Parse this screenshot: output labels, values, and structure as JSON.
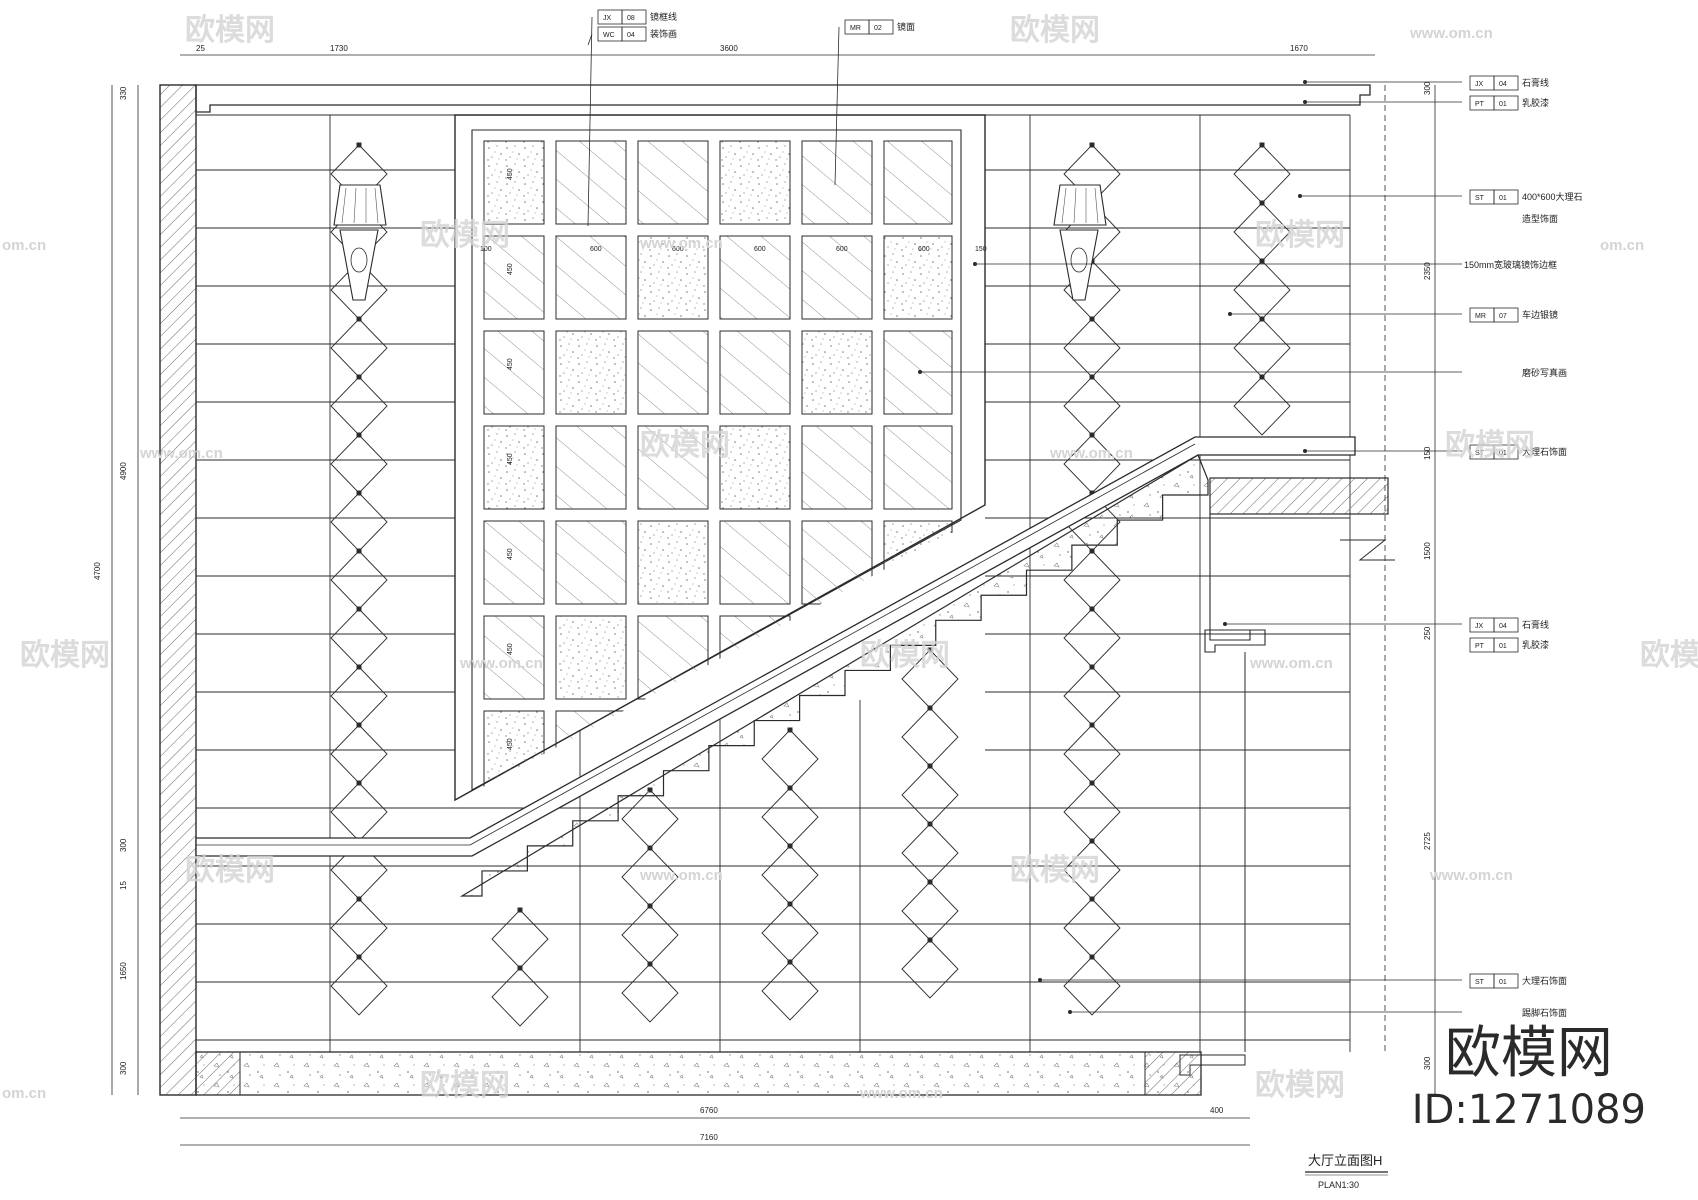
{
  "drawing": {
    "title": "大厅立面图H",
    "scale": "PLAN1:30"
  },
  "watermarks": {
    "brand": "欧模网",
    "url": "www.om.cn",
    "url_short": "om.cn"
  },
  "id_block": {
    "brand": "欧模网",
    "id": "ID:1271089"
  },
  "dimensions": {
    "top": [
      "25",
      "1730",
      "3600",
      "1670"
    ],
    "bottom_overall": "7160",
    "bottom_partial": "6760",
    "bottom_right": "400",
    "left": [
      "330",
      "4900",
      "4700",
      "300",
      "15",
      "1650",
      "300"
    ],
    "right": [
      "300",
      "2350",
      "150",
      "1500",
      "250",
      "2725",
      "300"
    ],
    "panel_horizontal": [
      "100",
      "600",
      "600",
      "600",
      "600",
      "600",
      "150"
    ],
    "panel_vertical": [
      "450",
      "450",
      "450",
      "450",
      "450",
      "450",
      "450"
    ]
  },
  "tags": {
    "top": [
      {
        "code": "JX",
        "num": "08",
        "label": "镜框线"
      },
      {
        "code": "WC",
        "num": "04",
        "label": "装饰画"
      },
      {
        "code": "MR",
        "num": "02",
        "label": "镜面"
      }
    ],
    "right": [
      {
        "code": "JX",
        "num": "04",
        "label": "石膏线"
      },
      {
        "code": "PT",
        "num": "01",
        "label": "乳胶漆"
      },
      {
        "code": "ST",
        "num": "01",
        "label": "400*600大理石"
      },
      {
        "code": "",
        "num": "",
        "label": "造型饰面"
      },
      {
        "code": "",
        "num": "",
        "label": "150mm宽玻璃镜饰边框"
      },
      {
        "code": "MR",
        "num": "07",
        "label": "车边银镜"
      },
      {
        "code": "",
        "num": "",
        "label": "磨砂写真画"
      },
      {
        "code": "ST",
        "num": "01",
        "label": "大理石饰面"
      },
      {
        "code": "JX",
        "num": "04",
        "label": "石膏线"
      },
      {
        "code": "PT",
        "num": "01",
        "label": "乳胶漆"
      },
      {
        "code": "ST",
        "num": "01",
        "label": "大理石饰面"
      },
      {
        "code": "",
        "num": "",
        "label": "踢脚石饰面"
      }
    ]
  },
  "colors": {
    "line": "#2b2b2b",
    "hatch": "#6a6a6a",
    "watermark": "#d4d4d4"
  }
}
